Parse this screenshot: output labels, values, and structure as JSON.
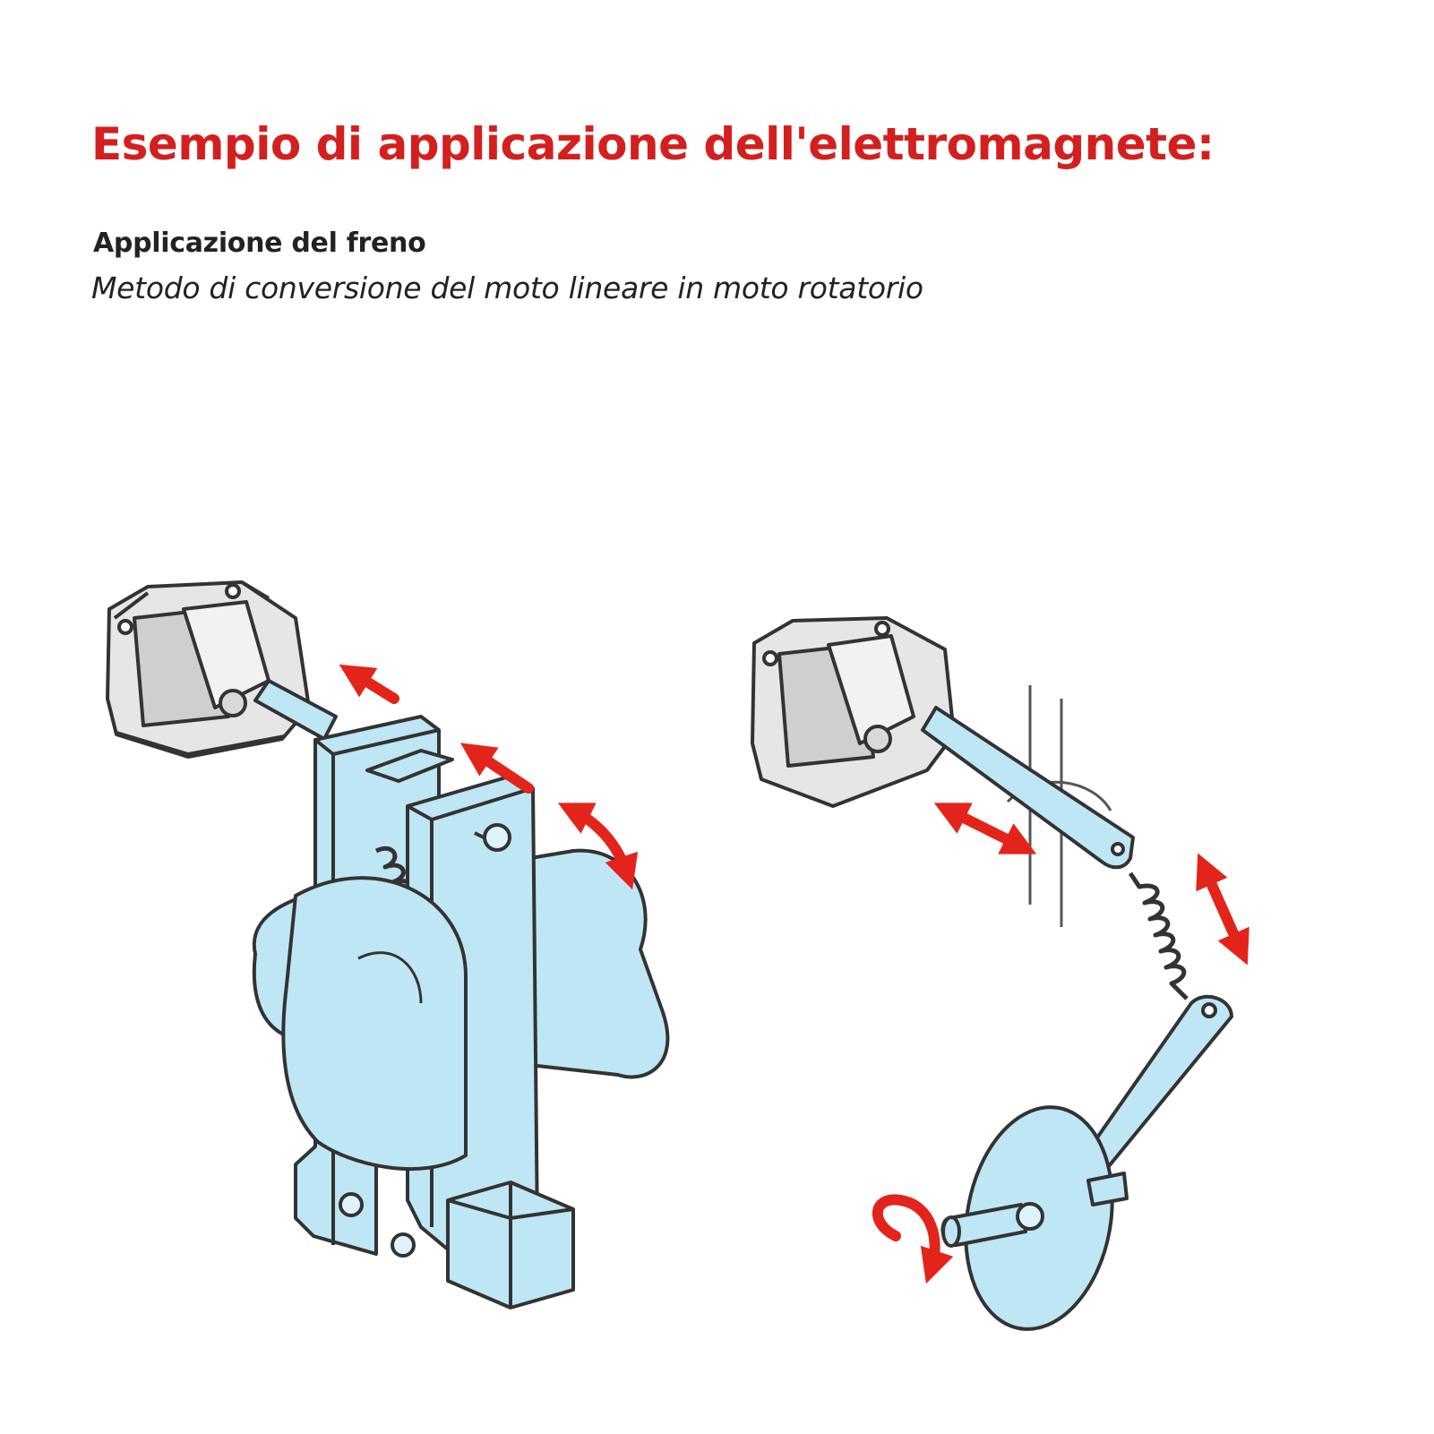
{
  "heading": {
    "title": "Esempio di applicazione dell'elettromagnete:",
    "subtitle": "Applicazione del freno",
    "caption": "Metodo di conversione del moto lineare in moto rotatorio"
  },
  "colors": {
    "title": "#d41f1f",
    "part_fill": "#bfe6f5",
    "outline": "#333333",
    "arrow": "#e3241b",
    "solenoid_body": "#9a9a9a"
  },
  "illustrations": [
    {
      "id": "brake-mechanism",
      "icon": "brake-caliper-icon"
    },
    {
      "id": "linear-to-rotary",
      "icon": "crank-linkage-icon"
    }
  ]
}
